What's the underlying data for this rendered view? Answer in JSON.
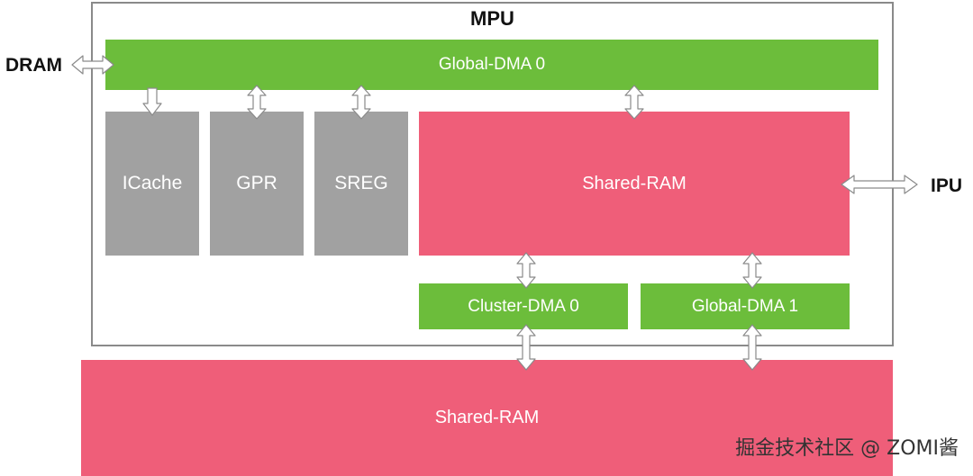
{
  "diagram": {
    "mpu_title": "MPU",
    "dram_label": "DRAM",
    "ipu_label": "IPU",
    "global_dma_0": "Global-DMA 0",
    "icache": "ICache",
    "gpr": "GPR",
    "sreg": "SREG",
    "shared_ram_inner": "Shared-RAM",
    "cluster_dma_0": "Cluster-DMA 0",
    "global_dma_1": "Global-DMA 1",
    "shared_ram_outer": "Shared-RAM"
  },
  "watermark": "掘金技术社区 @ ZOMI酱",
  "colors": {
    "dma_green": "#6cbd3b",
    "storage_gray": "#a1a1a1",
    "ram_red": "#ef5e79",
    "frame_gray": "#8a8a8a"
  }
}
